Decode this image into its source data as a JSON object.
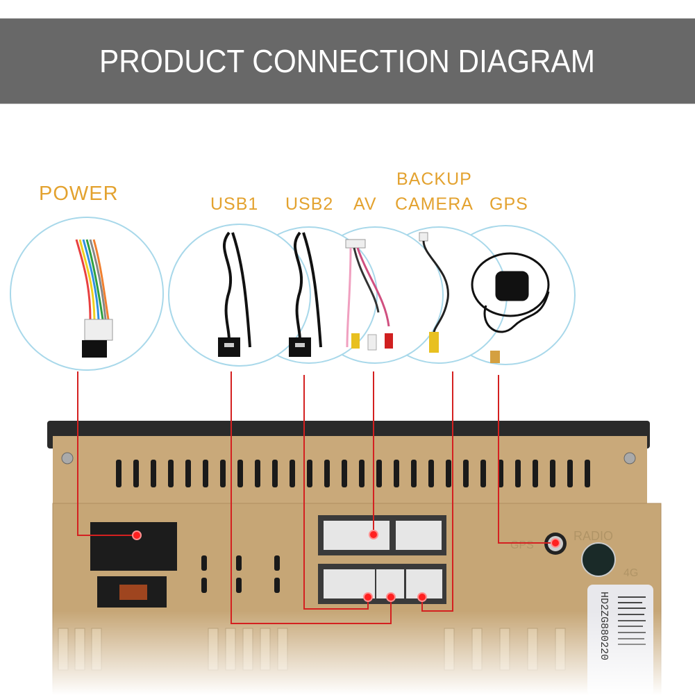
{
  "header": {
    "title": "PRODUCT CONNECTION DIAGRAM"
  },
  "colors": {
    "banner": "#686868",
    "label": "#e3a22f",
    "connector_line": "#d42020",
    "unit_body": "#c9a97a",
    "circle_outline": "#a8d8ea"
  },
  "components": [
    {
      "label": "POWER",
      "icon": "wiring-harness-icon"
    },
    {
      "label": "USB1",
      "icon": "usb-cable-icon"
    },
    {
      "label": "USB2",
      "icon": "usb-cable-icon"
    },
    {
      "label": "AV",
      "icon": "rca-av-cable-icon"
    },
    {
      "label_line1": "BACKUP",
      "label_line2": "CAMERA",
      "icon": "camera-cable-icon"
    },
    {
      "label": "GPS",
      "icon": "gps-antenna-icon"
    }
  ],
  "unit": {
    "gps_port_label": "GPS",
    "radio_port_label": "RADIO",
    "fourg_label": "4G",
    "serial_label": "HD2ZG880220"
  }
}
